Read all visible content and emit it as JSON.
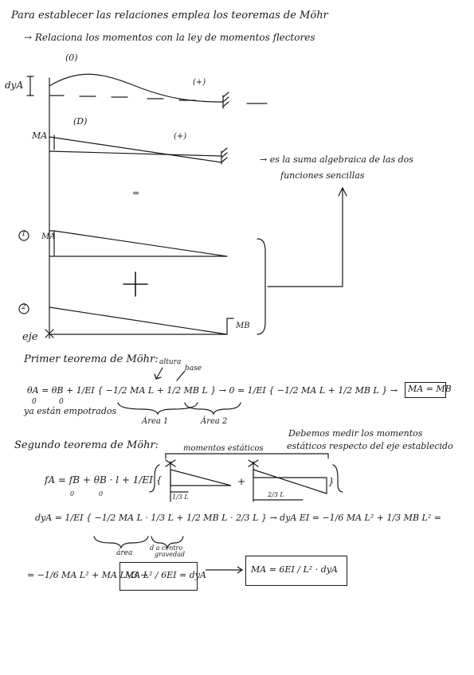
{
  "intro": {
    "line1": "Para establecer las relaciones emplea los teoremas de Möhr",
    "line2": "→ Relaciona los momentos con la ley de momentos flectores"
  },
  "diagram": {
    "case0_tag": "(0)",
    "case0_sign": "(+)",
    "dyA_label": "dyA",
    "MA_label": "MA",
    "caseD_tag": "(D)",
    "caseD_sign": "(+)",
    "equals_sign": "=",
    "one_marker": "1",
    "two_marker": "2",
    "plus_sign": "+",
    "MB_label": "MB",
    "axis_label": "eje",
    "side_note_1": "→ es la suma algebraica de las dos",
    "side_note_2": "funciones sencillas"
  },
  "first_theorem": {
    "title": "Primer teorema de Möhr:",
    "note_altura": "altura",
    "note_base": "base",
    "equation": "θA = θB + 1/EI { −1/2 MA L + 1/2 MB L } → 0 = 1/EI { −1/2 MA L + 1/2 MB L } →",
    "result": "MA = MB",
    "zero_a": "0",
    "zero_b": "0",
    "embedded_note": "ya están empotrados",
    "area1": "Área 1",
    "area2": "Área 2"
  },
  "second_theorem": {
    "title": "Segundo teorema de Möhr:",
    "note_1": "Debemos medir los momentos",
    "note_2": "estáticos respecto del eje establecido",
    "moments_label": "momentos estáticos",
    "eq_fA": "fA = fB + θB · l + 1/EI {",
    "zero_a": "0",
    "zero_b": "0",
    "third_L_a": "1/3 L",
    "third_L_b": "2/3 L",
    "plus": "+",
    "close_brace": "}",
    "eq_dyA": "dyA = 1/EI { −1/2 MA L · 1/3 L + 1/2 MB L · 2/3 L } → dyA EI = −1/6 MA L² + 1/3 MB L² =",
    "label_area": "área",
    "label_dcg_1": "d a centro",
    "label_dcg_2": "gravedad",
    "eq_final": "= −1/6 MA L² + MA L²/3 →",
    "box1": "MA L² / 6EI = dyA",
    "box2": "MA = 6EI / L² · dyA"
  }
}
